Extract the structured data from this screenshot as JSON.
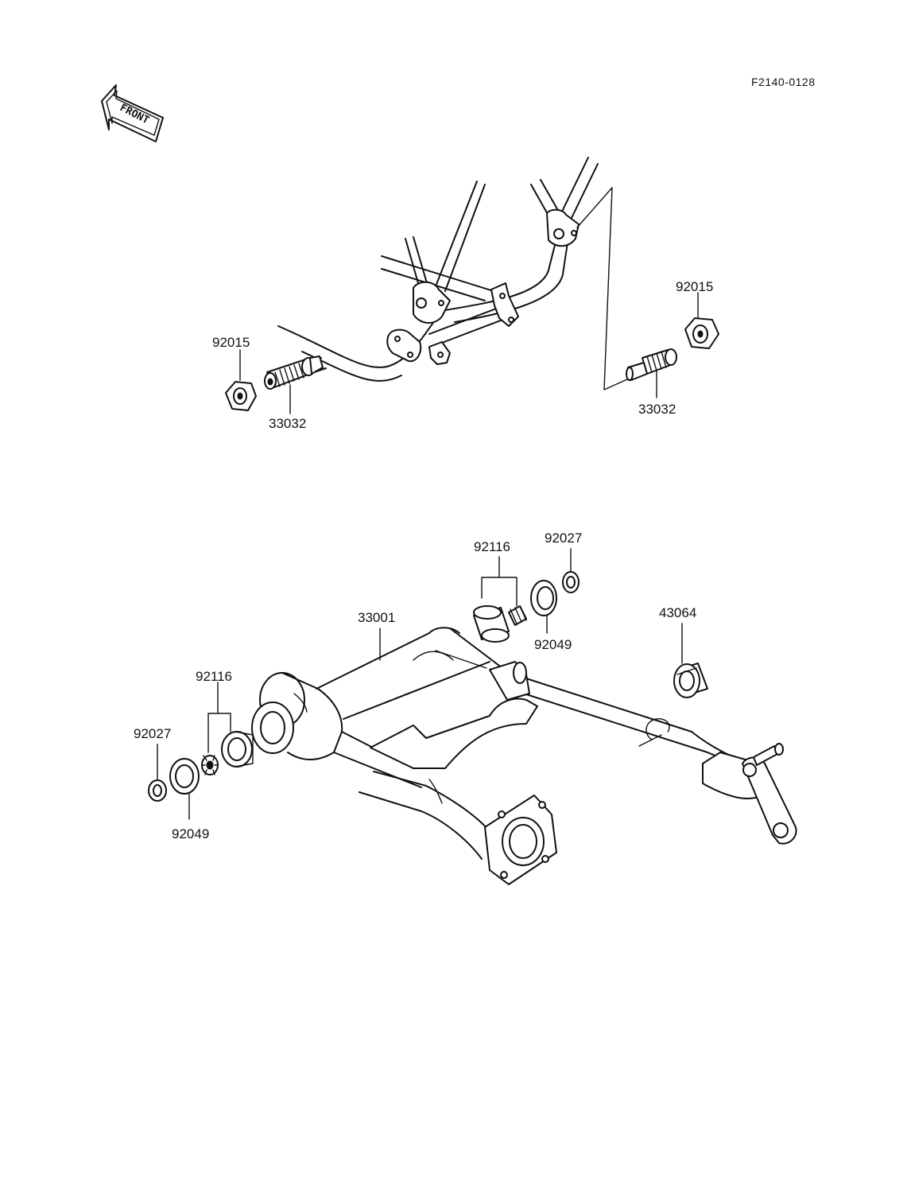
{
  "diagram": {
    "reference_code": "F2140-0128",
    "front_label": "FRONT",
    "top_assembly": {
      "labels": {
        "nut_left": "92015",
        "pivot_shaft_left": "33032",
        "nut_right": "92015",
        "pivot_shaft_right": "33032"
      }
    },
    "bottom_assembly": {
      "labels": {
        "swing_arm": "33001",
        "bearing_set_right": "92116",
        "collar_right": "92027",
        "oil_seal_right": "92049",
        "bushing": "43064",
        "bearing_set_left": "92116",
        "collar_left": "92027",
        "oil_seal_left": "92049"
      }
    }
  }
}
